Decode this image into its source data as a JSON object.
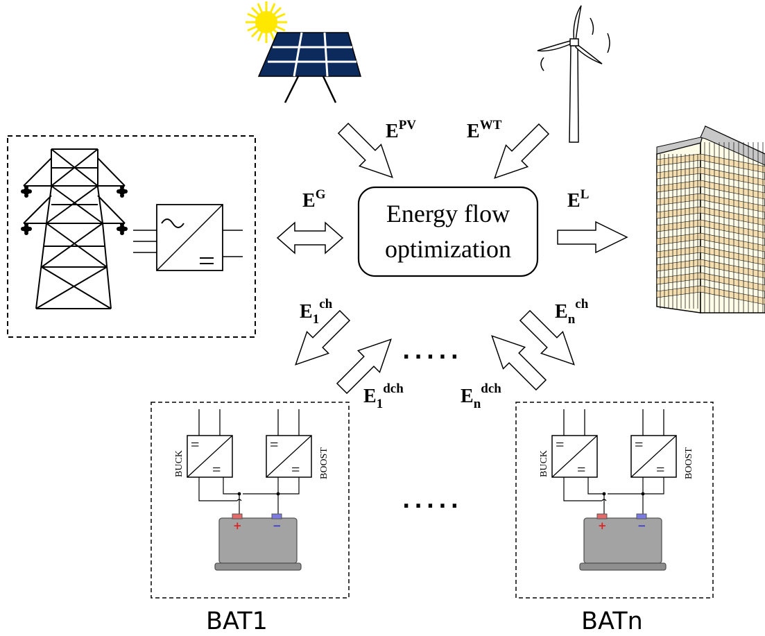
{
  "center_box": {
    "line1": "Energy flow",
    "line2": "optimization"
  },
  "flows": {
    "grid": {
      "base": "E",
      "sup": "G",
      "sub": ""
    },
    "pv": {
      "base": "E",
      "sup": "PV",
      "sub": ""
    },
    "wind": {
      "base": "E",
      "sup": "WT",
      "sub": ""
    },
    "load": {
      "base": "E",
      "sup": "L",
      "sub": ""
    },
    "bat1_ch": {
      "base": "E",
      "sub": "1",
      "sup": "ch"
    },
    "bat1_dch": {
      "base": "E",
      "sub": "1",
      "sup": "dch"
    },
    "batn_ch": {
      "base": "E",
      "sub": "n",
      "sup": "ch"
    },
    "batn_dch": {
      "base": "E",
      "sub": "n",
      "sup": "dch"
    }
  },
  "converters": {
    "buck": "BUCK",
    "boost": "BOOST",
    "eq": "="
  },
  "battery_terminals": {
    "plus": "+",
    "minus": "−",
    "plus_color": "#e02020",
    "minus_color": "#3a3ad0"
  },
  "batteries": {
    "first": "BAT1",
    "last": "BATn"
  },
  "ellipsis": ".....",
  "icons": [
    "sun-icon",
    "solar-panel-icon",
    "wind-turbine-icon",
    "transmission-tower-icon",
    "ac-dc-converter-icon",
    "office-building-icon",
    "battery-icon"
  ],
  "colors": {
    "solar_panel": "#0c2a5c",
    "sun": "#ffe800",
    "building_stripe": "#f5deb0",
    "building_top": "#c8c8c8",
    "battery_body": "#a3a3a3"
  }
}
